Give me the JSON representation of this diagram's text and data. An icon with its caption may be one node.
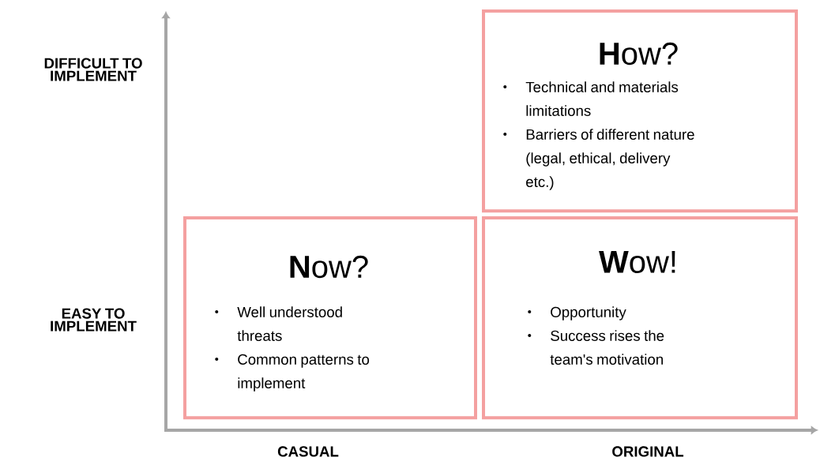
{
  "diagram": {
    "nodes": [
      {
        "text": [
          "**H**ow?",
          "Technical and materials limitations",
          "Barriers of different nature (legal, ethical, delivery etc.)"
        ]
      },
      {
        "text": [
          "**N**ow?",
          "Well understood threats",
          "Common patterns to implement"
        ]
      },
      {
        "text": [
          "**W**ow!",
          "Opportunity",
          "Success rises the team's motivation"
        ]
      }
    ],
    "labels": [
      "DIFFICULT TO IMPLEMENT",
      "EASY TO IMPLEMENT",
      "CASUAL",
      "ORIGINAL"
    ]
  }
}
